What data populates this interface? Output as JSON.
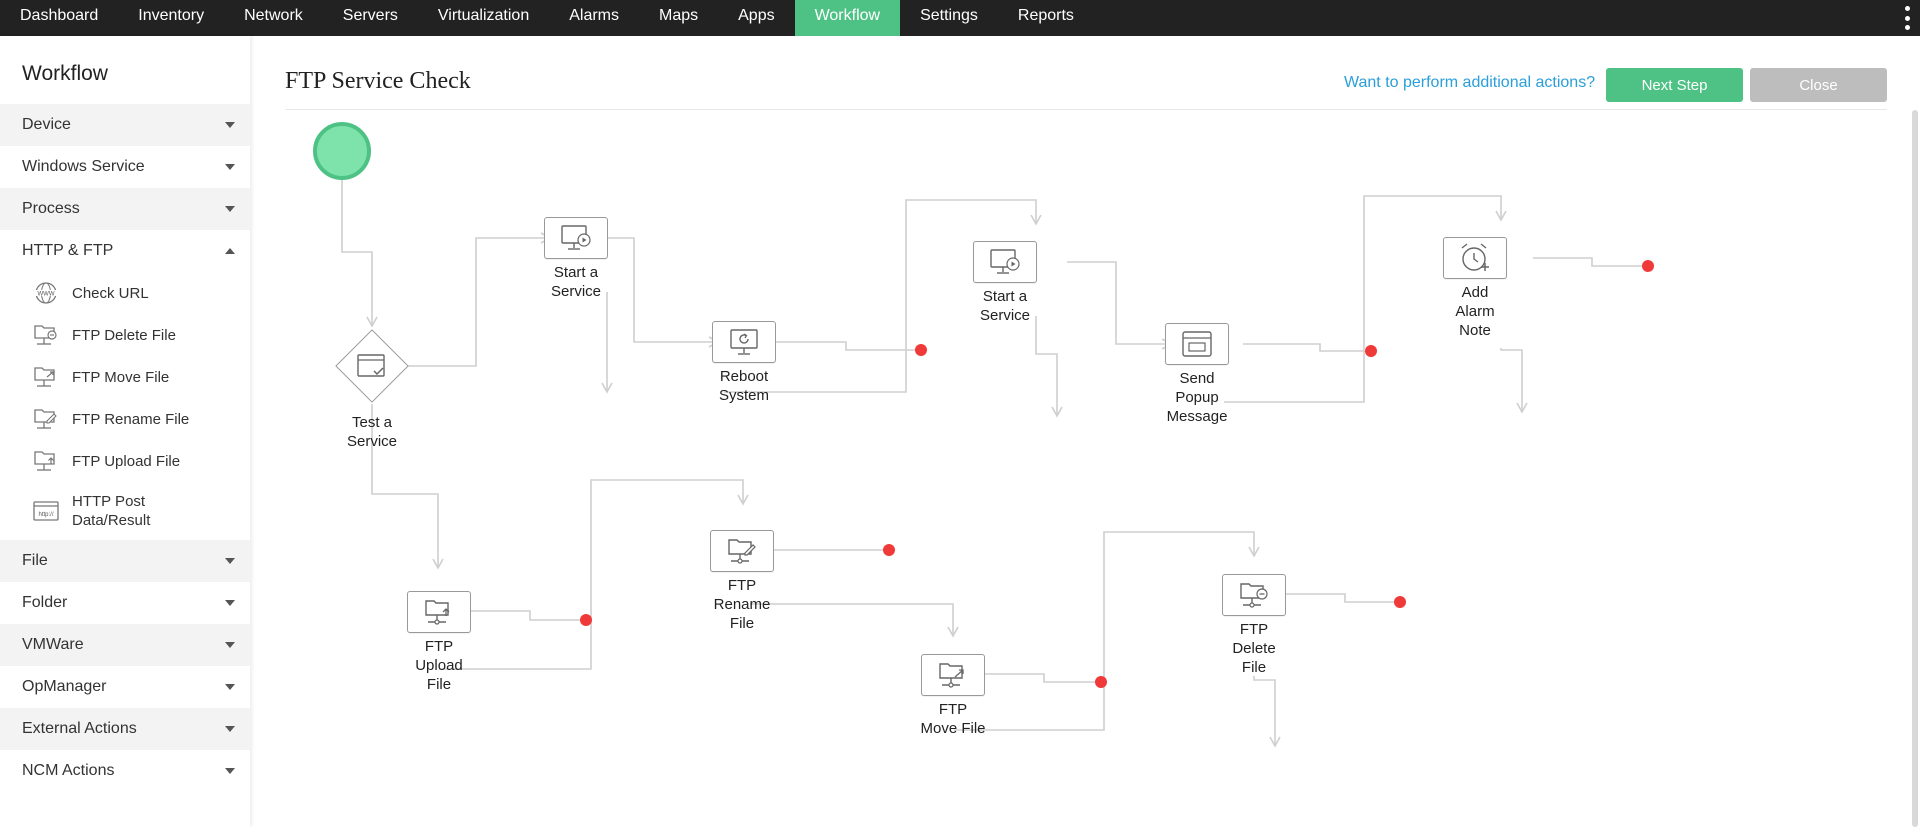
{
  "nav": {
    "items": [
      "Dashboard",
      "Inventory",
      "Network",
      "Servers",
      "Virtualization",
      "Alarms",
      "Maps",
      "Apps",
      "Workflow",
      "Settings",
      "Reports"
    ],
    "active": "Workflow"
  },
  "sidebar": {
    "title": "Workflow",
    "categories_before": [
      "Device",
      "Windows Service",
      "Process"
    ],
    "expanded": "HTTP & FTP",
    "subitems": [
      "Check URL",
      "FTP Delete File",
      "FTP Move File",
      "FTP Rename File",
      "FTP Upload File",
      "HTTP Post Data/Result"
    ],
    "categories_after": [
      "File",
      "Folder",
      "VMWare",
      "OpManager",
      "External Actions",
      "NCM Actions"
    ]
  },
  "header": {
    "title": "FTP Service Check",
    "help_link": "Want to perform additional actions?",
    "next_label": "Next Step",
    "close_label": "Close"
  },
  "workflow": {
    "test_service": [
      "Test a",
      "Service"
    ],
    "start_service_1": [
      "Start a",
      "Service"
    ],
    "reboot": [
      "Reboot",
      "System"
    ],
    "start_service_2": [
      "Start a",
      "Service"
    ],
    "popup": [
      "Send",
      "Popup",
      "Message"
    ],
    "alarm_note": [
      "Add",
      "Alarm",
      "Note"
    ],
    "ftp_upload": [
      "FTP",
      "Upload",
      "File"
    ],
    "ftp_rename": [
      "FTP",
      "Rename",
      "File"
    ],
    "ftp_move": [
      "FTP",
      "Move File"
    ],
    "ftp_delete": [
      "FTP",
      "Delete",
      "File"
    ]
  },
  "colors": {
    "accent": "#4ec285",
    "nav_bg": "#222222",
    "link": "#2a9fd8",
    "end_dot": "#f03a3a",
    "connector": "#cfcfcf"
  }
}
